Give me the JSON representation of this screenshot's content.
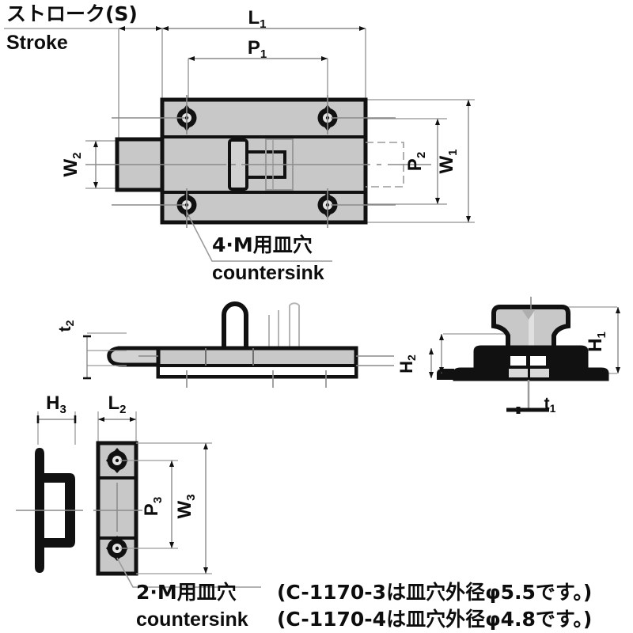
{
  "drawing": {
    "title": "C-1170 latch bolt technical drawing",
    "colors": {
      "outline": "#111111",
      "fill": "#c8c8c8",
      "fill_light": "#d8d8d8",
      "dimension_line": "#8a8a8a",
      "background": "#ffffff",
      "text": "#0d0d0d"
    }
  },
  "labels": {
    "stroke_jp": "ストローク(S)",
    "stroke_en": "Stroke",
    "L1": "L",
    "L1_sub": "1",
    "P1": "P",
    "P1_sub": "1",
    "W1": "W",
    "W1_sub": "1",
    "W2": "W",
    "W2_sub": "2",
    "P2": "P",
    "P2_sub": "2",
    "H1": "H",
    "H1_sub": "1",
    "H2": "H",
    "H2_sub": "2",
    "H3": "H",
    "H3_sub": "3",
    "L2": "L",
    "L2_sub": "2",
    "W3": "W",
    "W3_sub": "3",
    "P3": "P",
    "P3_sub": "3",
    "t1": "t",
    "t1_sub": "1",
    "t2": "t",
    "t2_sub": "2"
  },
  "annotations": {
    "countersink_4_jp": "4·M用皿穴",
    "countersink_4_en": "countersink",
    "countersink_2_jp": "2·M用皿穴",
    "countersink_2_en": "countersink",
    "note_line1": "(C-1170-3は皿穴外径φ5.5です。)",
    "note_line2": "(C-1170-4は皿穴外径φ4.8です。)"
  },
  "views": {
    "top_view": "plan view of latch body with 4 countersink holes and sliding bolt",
    "side_view": "side elevation of latch body with knob handle",
    "section_view": "cross-section showing mushroom knob on base",
    "strike_profile": "strike plate side profile",
    "strike_plan": "strike plate plan view with 2 countersink holes"
  }
}
